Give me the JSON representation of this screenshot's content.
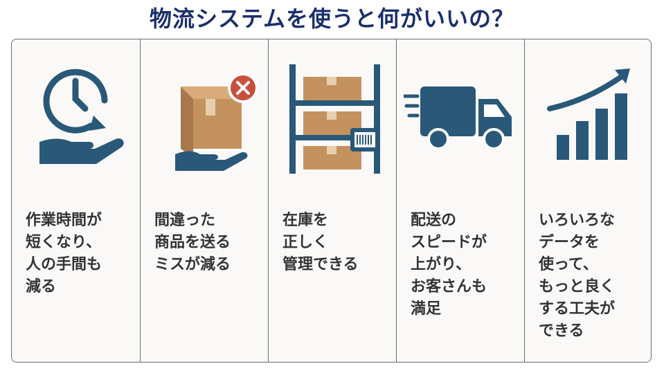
{
  "title": "物流システムを使うと何がいいの？",
  "columns": [
    {
      "icon": "clock-hand-icon",
      "text": "作業時間が\n短くなり、\n人の手間も\n減る"
    },
    {
      "icon": "box-error-hand-icon",
      "text": "間違った\n商品を送る\nミスが減る"
    },
    {
      "icon": "warehouse-shelf-icon",
      "text": "在庫を\n正しく\n管理できる"
    },
    {
      "icon": "delivery-truck-icon",
      "text": "配送の\nスピードが\n上がり、\nお客さんも\n満足"
    },
    {
      "icon": "growth-chart-icon",
      "text": "いろいろな\nデータを\n使って、\nもっと良く\nする工夫が\nできる"
    }
  ],
  "colors": {
    "navy": "#2a5878",
    "box": "#c4925e",
    "error": "#c8503c",
    "title": "#1b2f6b"
  }
}
